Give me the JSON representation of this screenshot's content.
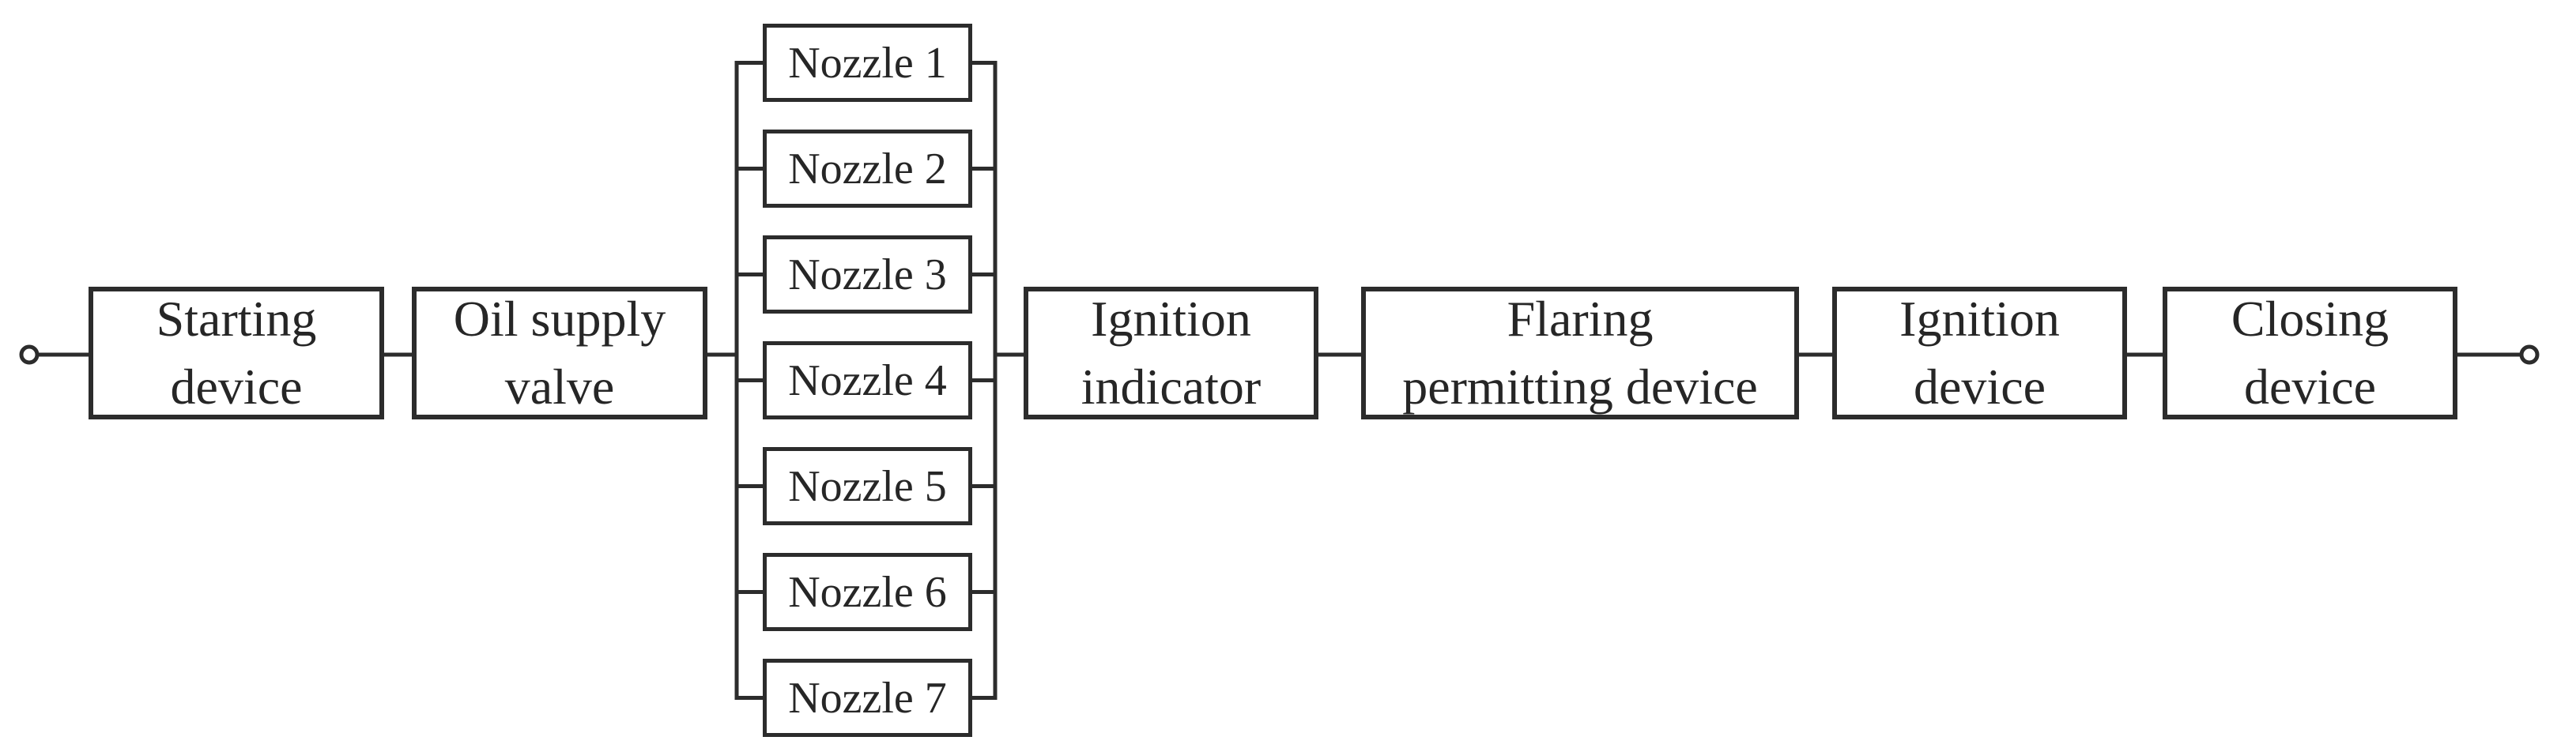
{
  "diagram": {
    "kind": "reliability-block-diagram",
    "background_color": "#ffffff",
    "stroke_color": "#2c2c2c",
    "text_color": "#262626",
    "terminals": {
      "left": "start-terminal",
      "right": "end-terminal"
    }
  },
  "blocks": {
    "starting_device": {
      "line1": "Starting",
      "line2": "device"
    },
    "oil_supply_valve": {
      "line1": "Oil supply",
      "line2": "valve"
    },
    "ignition_indicator": {
      "line1": "Ignition",
      "line2": "indicator"
    },
    "flaring_permitting_device": {
      "line1": "Flaring",
      "line2": "permitting device"
    },
    "ignition_device": {
      "line1": "Ignition",
      "line2": "device"
    },
    "closing_device": {
      "line1": "Closing",
      "line2": "device"
    }
  },
  "nozzles": [
    "Nozzle 1",
    "Nozzle 2",
    "Nozzle 3",
    "Nozzle 4",
    "Nozzle 5",
    "Nozzle 6",
    "Nozzle 7"
  ]
}
